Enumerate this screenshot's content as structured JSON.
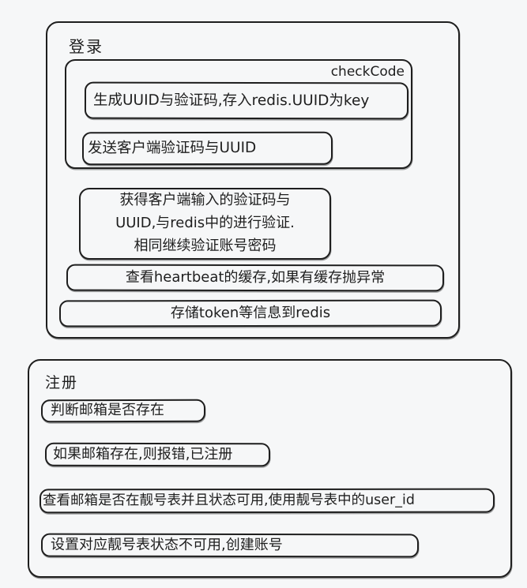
{
  "colors": {
    "stroke": "#1e1e1e",
    "canvas_background": "#f6f7f8"
  },
  "login": {
    "title": "登录",
    "checkcode_label": "checkCode",
    "steps": [
      "生成UUID与验证码,存入redis.UUID为key",
      "发送客户端验证码与UUID",
      "获得客户端输入的验证码与\nUUID,与redis中的进行验证.\n相同继续验证账号密码",
      "查看heartbeat的缓存,如果有缓存抛异常",
      "存储token等信息到redis"
    ]
  },
  "register": {
    "title": "注册",
    "steps": [
      "判断邮箱是否存在",
      "如果邮箱存在,则报错,已注册",
      "查看邮箱是否在靓号表并且状态可用,使用靓号表中的user_id",
      "设置对应靓号表状态不可用,创建账号"
    ]
  }
}
